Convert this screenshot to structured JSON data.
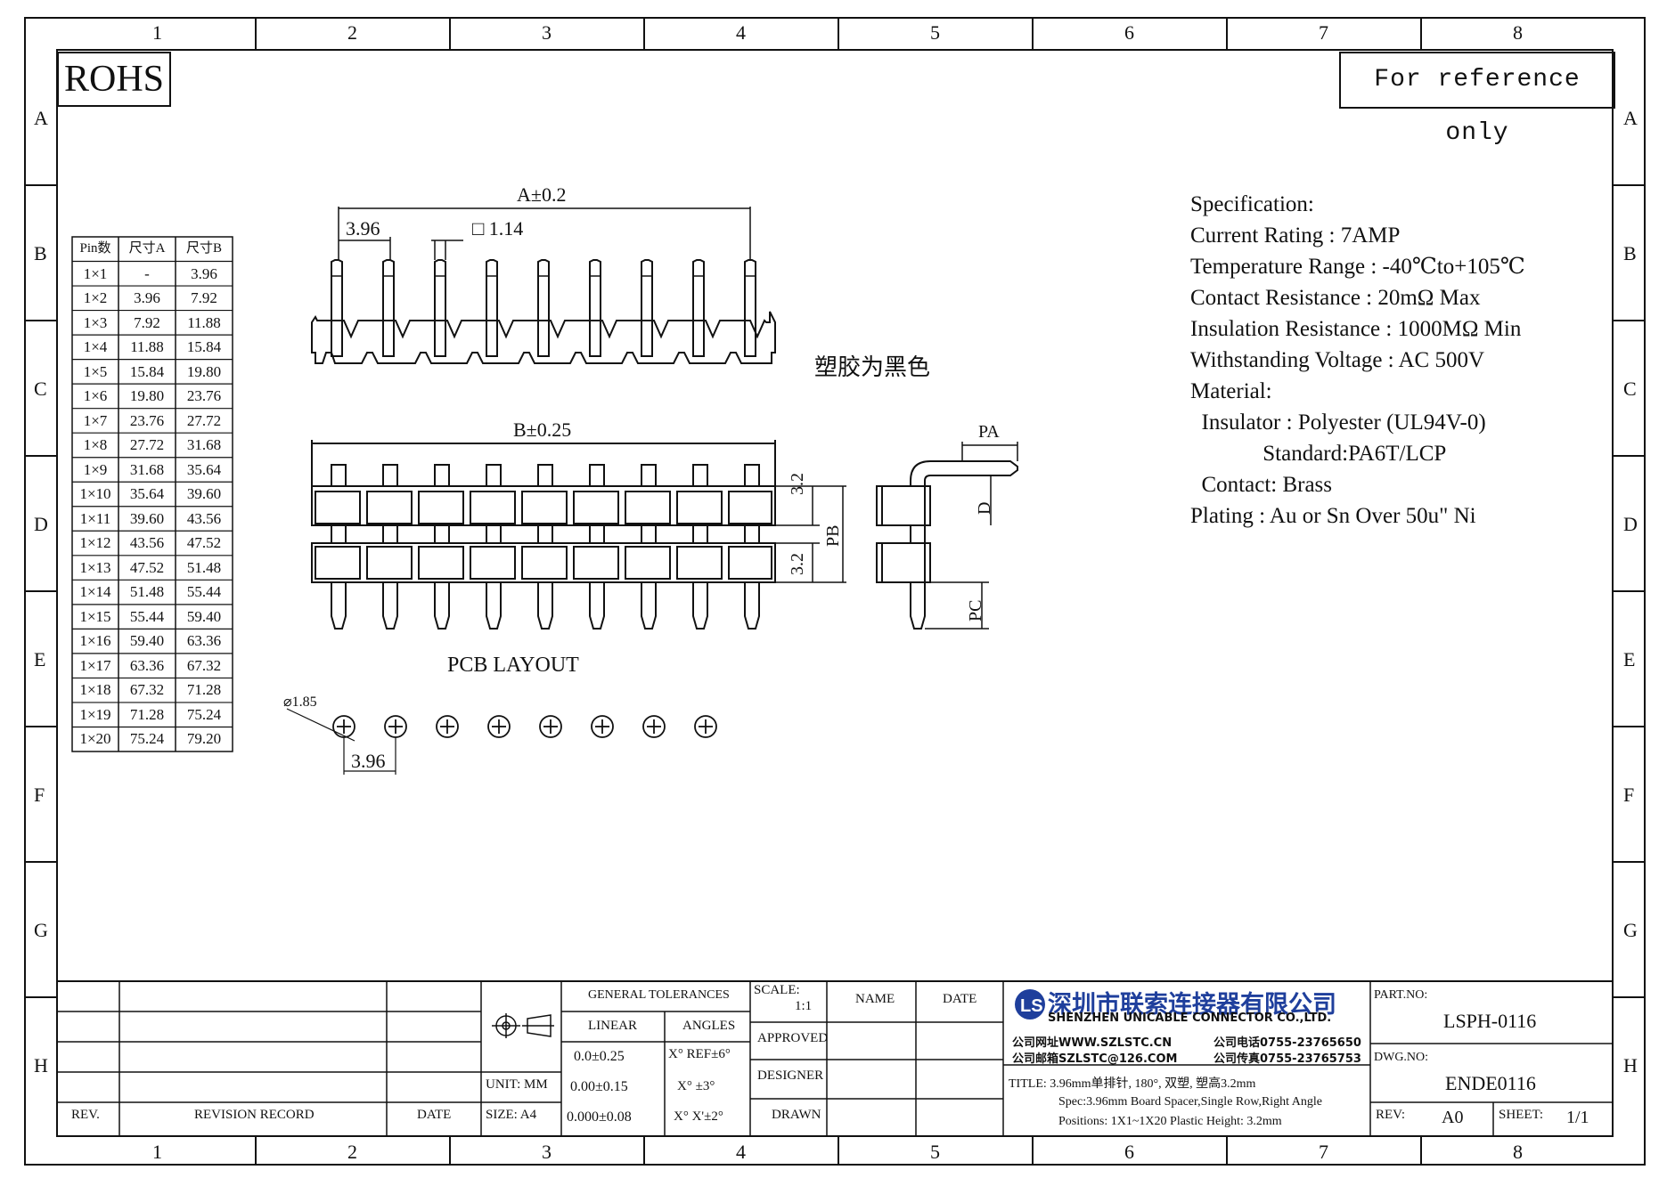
{
  "border": {
    "cols": [
      "1",
      "2",
      "3",
      "4",
      "5",
      "6",
      "7",
      "8"
    ],
    "rows": [
      "A",
      "B",
      "C",
      "D",
      "E",
      "F",
      "G",
      "H"
    ]
  },
  "rohs": "ROHS",
  "reference": "For reference only",
  "pin_table": {
    "headers": [
      "Pin数",
      "尺寸A",
      "尺寸B"
    ],
    "rows": [
      [
        "1×1",
        "-",
        "3.96"
      ],
      [
        "1×2",
        "3.96",
        "7.92"
      ],
      [
        "1×3",
        "7.92",
        "11.88"
      ],
      [
        "1×4",
        "11.88",
        "15.84"
      ],
      [
        "1×5",
        "15.84",
        "19.80"
      ],
      [
        "1×6",
        "19.80",
        "23.76"
      ],
      [
        "1×7",
        "23.76",
        "27.72"
      ],
      [
        "1×8",
        "27.72",
        "31.68"
      ],
      [
        "1×9",
        "31.68",
        "35.64"
      ],
      [
        "1×10",
        "35.64",
        "39.60"
      ],
      [
        "1×11",
        "39.60",
        "43.56"
      ],
      [
        "1×12",
        "43.56",
        "47.52"
      ],
      [
        "1×13",
        "47.52",
        "51.48"
      ],
      [
        "1×14",
        "51.48",
        "55.44"
      ],
      [
        "1×15",
        "55.44",
        "59.40"
      ],
      [
        "1×16",
        "59.40",
        "63.36"
      ],
      [
        "1×17",
        "63.36",
        "67.32"
      ],
      [
        "1×18",
        "67.32",
        "71.28"
      ],
      [
        "1×19",
        "71.28",
        "75.24"
      ],
      [
        "1×20",
        "75.24",
        "79.20"
      ]
    ]
  },
  "dims": {
    "a": "A±0.2",
    "pitch": "3.96",
    "pin_square": "□ 1.14",
    "b": "B±0.25",
    "h1": "3.2",
    "h2": "3.2",
    "pb": "PB",
    "pa": "PA",
    "d": "D",
    "pc": "PC",
    "hole": "⌀1.85",
    "layout_pitch": "3.96"
  },
  "plastic_note": "塑胶为黑色",
  "pcb_layout": "PCB LAYOUT",
  "spec": {
    "lines": [
      "Specification:",
      "Current Rating : 7AMP",
      "Temperature Range : -40℃to+105℃",
      "Contact Resistance : 20mΩ Max",
      "Insulation Resistance : 1000MΩ Min",
      "Withstanding Voltage : AC 500V",
      "Material:",
      "  Insulator : Polyester (UL94V-0)",
      "             Standard:PA6T/LCP",
      "  Contact: Brass",
      "Plating : Au or Sn Over 50u\" Ni"
    ]
  },
  "title_block": {
    "rev": "REV.",
    "revision_record": "REVISION RECORD",
    "date": "DATE",
    "unit": "UNIT: MM",
    "size": "SIZE: A4",
    "general_tolerances": "GENERAL TOLERANCES",
    "linear": "LINEAR",
    "angles": "ANGLES",
    "lin1": "0.0±0.25",
    "lin2": "0.00±0.15",
    "lin3": "0.000±0.08",
    "ang1": "X° REF±6°",
    "ang2": "X° ±3°",
    "ang3": "X° X'±2°",
    "scale": "SCALE:",
    "scale_val": "1:1",
    "name": "NAME",
    "date2": "DATE",
    "approved": "APPROVED",
    "designer": "DESIGNER",
    "drawn": "DRAWN",
    "company_cn": "深圳市联索连接器有限公司",
    "company_en": "SHENZHEN UNICABLE CONNECTOR CO.,LTD.",
    "website": "公司网址WWW.SZLSTC.CN",
    "email": "公司邮箱SZLSTC@126.COM",
    "phone": "公司电话0755-23765650",
    "fax": "公司传真0755-23765753",
    "title": "TITLE: 3.96mm单排针, 180°, 双塑, 塑高3.2mm",
    "spec_line": "Spec:3.96mm Board Spacer,Single Row,Right Angle",
    "positions": "Positions: 1X1~1X20 Plastic Height: 3.2mm",
    "part_no_label": "PART.NO:",
    "part_no": "LSPH-0116",
    "dwg_no_label": "DWG.NO:",
    "dwg_no": "ENDE0116",
    "rev_label": "REV:",
    "rev_val": "A0",
    "sheet_label": "SHEET:",
    "sheet_val": "1/1"
  }
}
